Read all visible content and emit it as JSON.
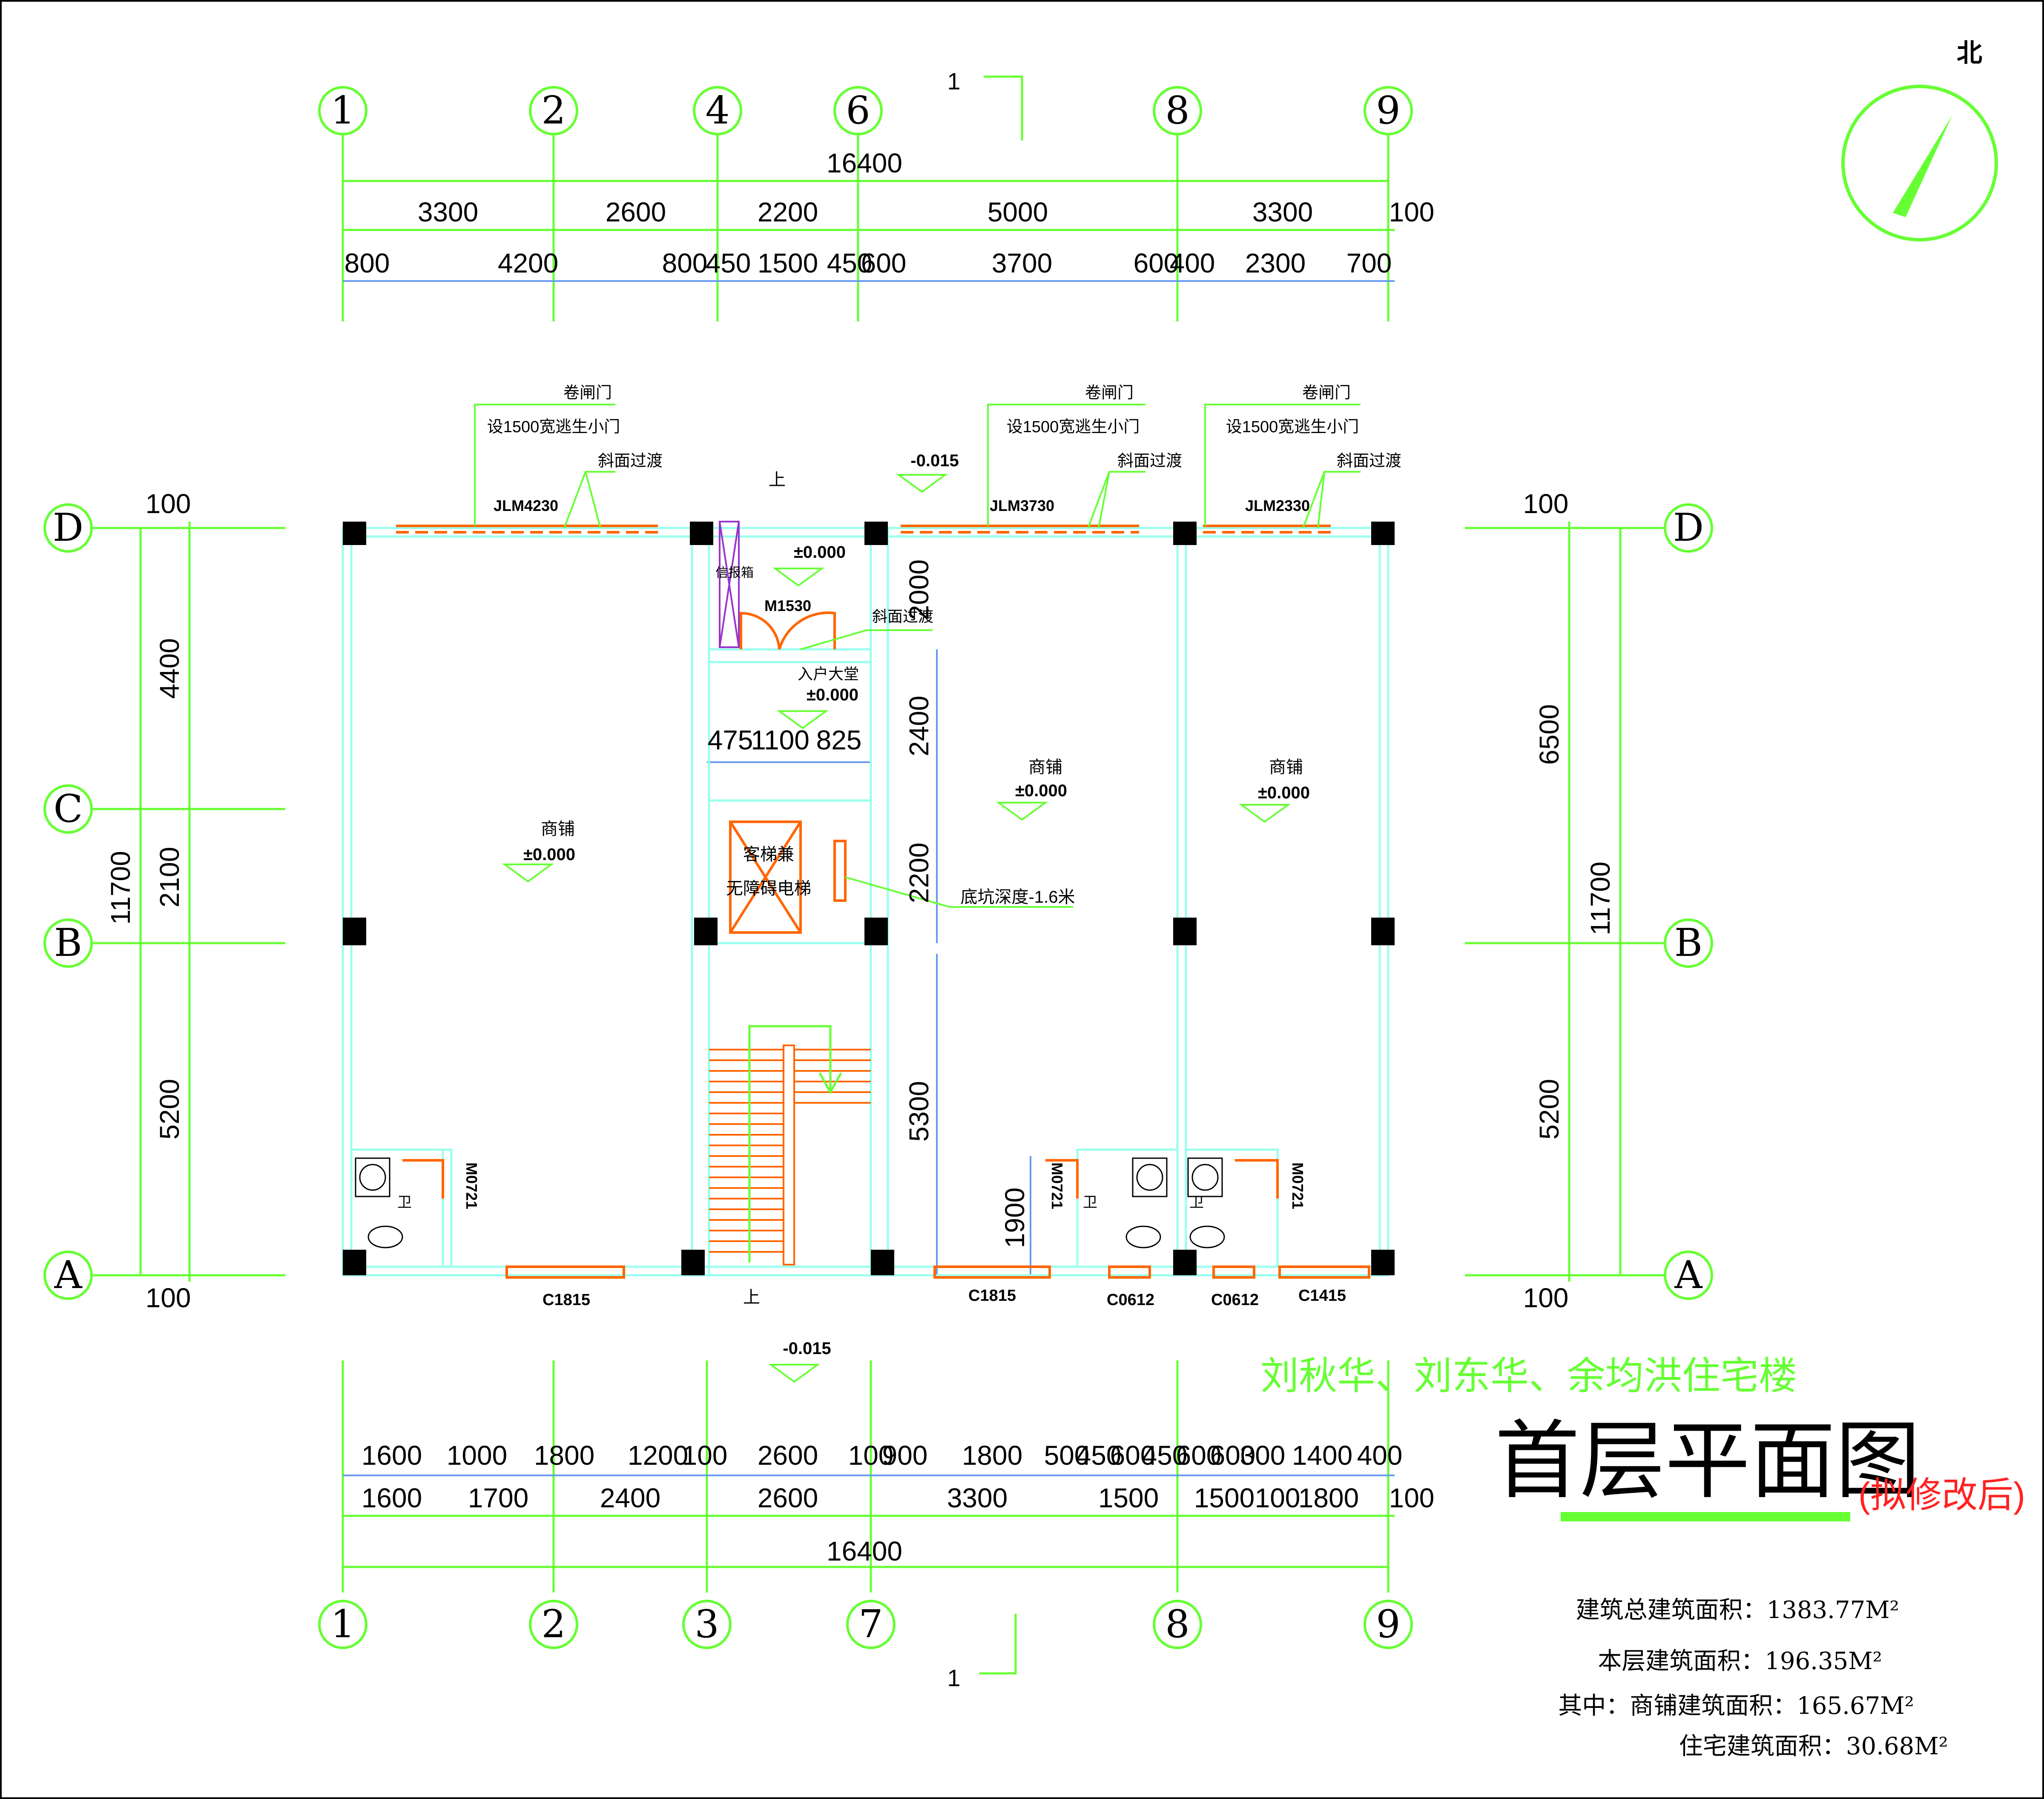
{
  "title": {
    "project": "刘秋华、刘东华、余均洪住宅楼",
    "drawing": "首层平面图",
    "note": "(拟修改后)"
  },
  "areas": {
    "total": "建筑总建筑面积：1383.77M²",
    "floor": "本层建筑面积：196.35M²",
    "shop": "其中：商铺建筑面积：165.67M²",
    "residential": "住宅建筑面积：30.68M²"
  },
  "north": "北",
  "section_mark": "1",
  "axes": {
    "top": [
      "1",
      "2",
      "4",
      "6",
      "8",
      "9"
    ],
    "bottom": [
      "1",
      "2",
      "3",
      "7",
      "8",
      "9"
    ],
    "left": [
      "D",
      "C",
      "B",
      "A"
    ],
    "right": [
      "D",
      "B",
      "A"
    ]
  },
  "dims": {
    "top_total": "16400",
    "top_row1": [
      "3300",
      "2600",
      "2200",
      "5000",
      "3300",
      "100"
    ],
    "top_row2": [
      "800",
      "4200",
      "800",
      "450",
      "1500",
      "450",
      "600",
      "3700",
      "600",
      "400",
      "2300",
      "700"
    ],
    "bottom_total": "16400",
    "bottom_row1": [
      "1600",
      "1700",
      "2400",
      "2600",
      "3300",
      "1500",
      "1500",
      "100",
      "1800",
      "100"
    ],
    "bottom_row2": [
      "1600",
      "1000",
      "1800",
      "1200",
      "100",
      "2600",
      "100",
      "900",
      "1800",
      "500",
      "450",
      "600",
      "450",
      "600",
      "600",
      "300",
      "1400",
      "400"
    ],
    "left_total": "11700",
    "left_parts": [
      "4400",
      "2100",
      "5200"
    ],
    "left_ends": [
      "100",
      "100"
    ],
    "right_total": "11700",
    "right_parts": [
      "6500",
      "5200"
    ],
    "right_ends": [
      "100",
      "100"
    ],
    "interior_vertical": [
      "2000",
      "2400",
      "2200",
      "5300"
    ],
    "lobby": [
      "475",
      "1100",
      "825"
    ],
    "toilet_depth": "1900"
  },
  "labels": {
    "shop": "商铺",
    "elevation_zero": "±0.000",
    "elevation_minus": "-0.015",
    "rolling_door": "卷闸门",
    "escape_door": "设1500宽逃生小门",
    "slope": "斜面过渡",
    "jlm4230": "JLM4230",
    "jlm3730": "JLM3730",
    "jlm2330": "JLM2330",
    "m1530": "M1530",
    "m0721": "M0721",
    "c1815": "C1815",
    "c0612": "C0612",
    "c1415": "C1415",
    "lobby": "入户大堂",
    "mailbox": "信报箱",
    "elevator1": "客梯兼",
    "elevator2": "无障碍电梯",
    "pit": "底坑深度-1.6米",
    "up": "上",
    "wc": "卫"
  },
  "colors": {
    "axis": "#66ff33",
    "wall": "#99ffee",
    "column": "#000000",
    "door": "#ff6600",
    "dim_blue": "#6699ee",
    "mailbox": "#9933cc",
    "note_red": "#ff2222"
  }
}
